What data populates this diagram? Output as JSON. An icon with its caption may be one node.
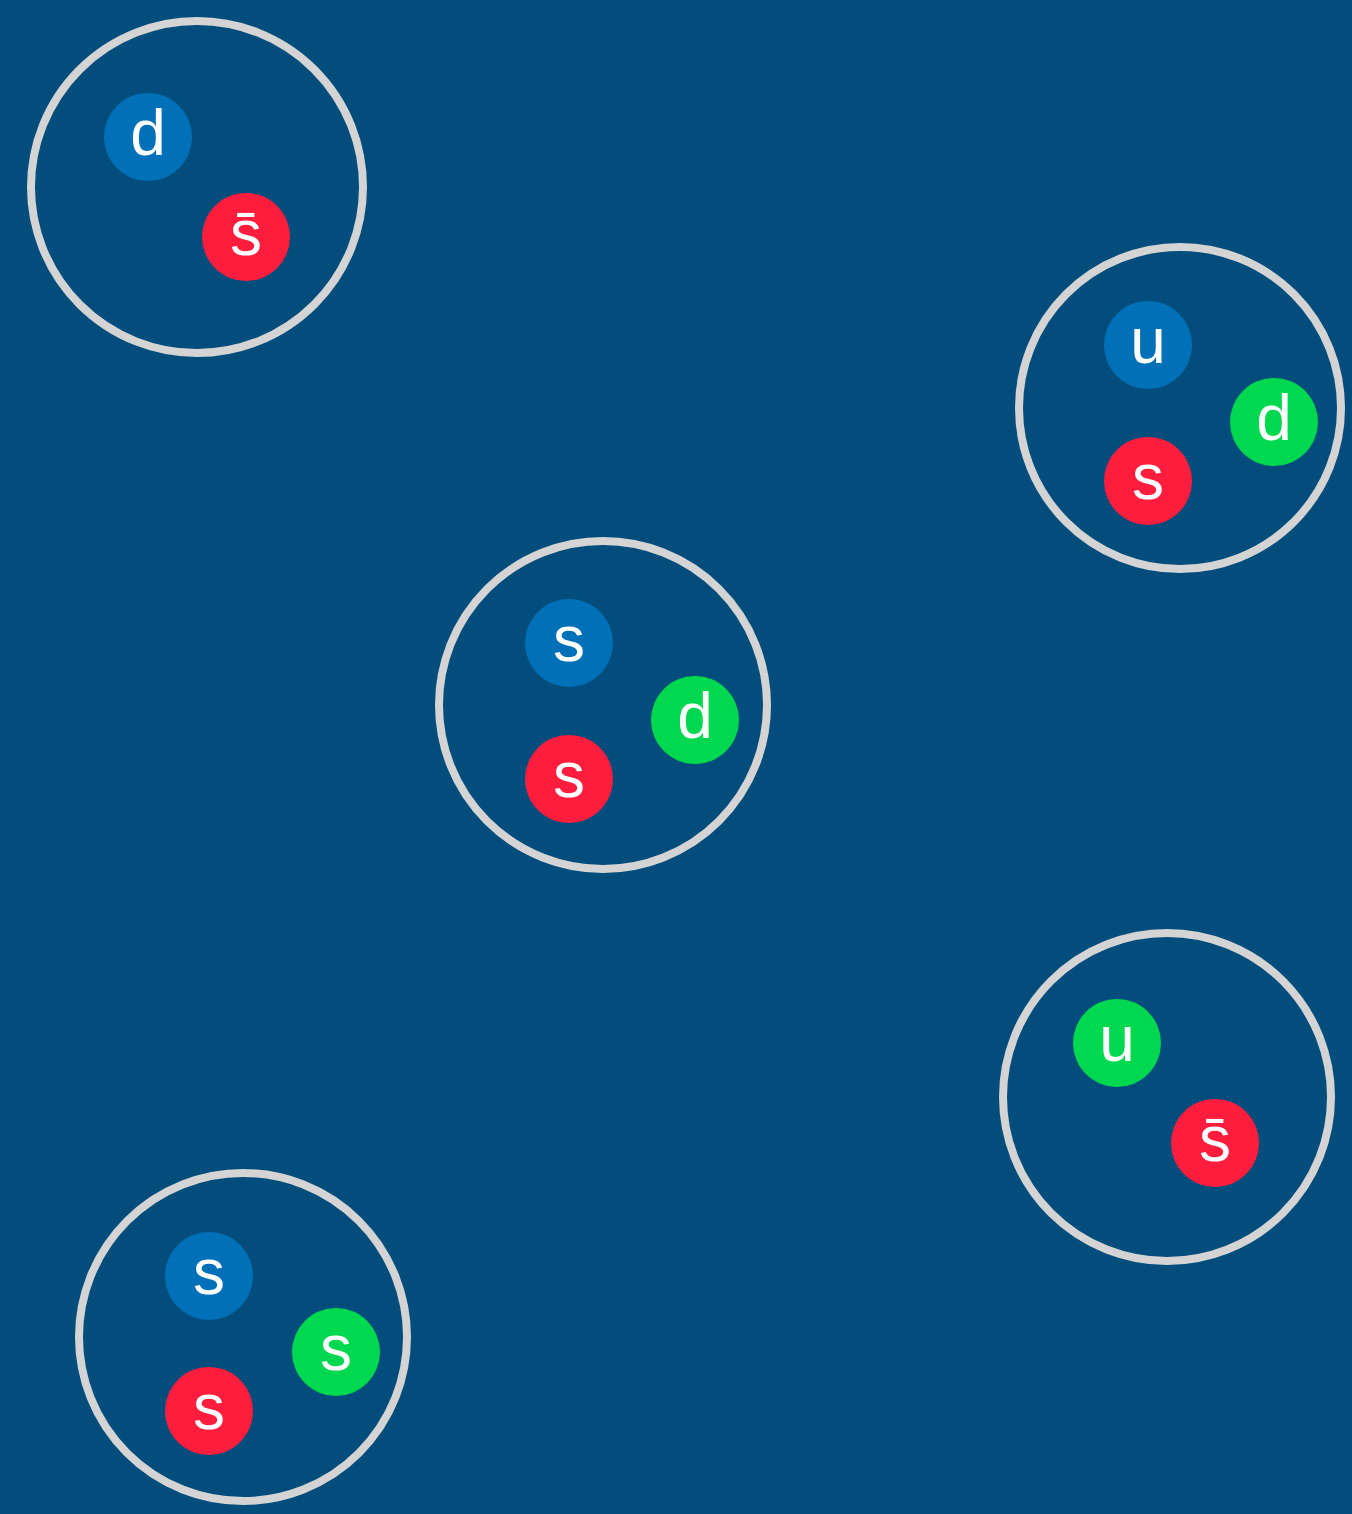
{
  "diagram": {
    "nodes": [
      {
        "text": [],
        "shape": "circle"
      },
      {
        "text": [
          "d"
        ],
        "in": 0
      },
      {
        "text": [
          "s̄"
        ],
        "in": 0
      },
      {
        "text": [],
        "shape": "circle"
      },
      {
        "text": [
          "u"
        ],
        "in": 3
      },
      {
        "text": [
          "d"
        ],
        "in": 3
      },
      {
        "text": [
          "s"
        ],
        "in": 3
      },
      {
        "text": [],
        "shape": "circle"
      },
      {
        "text": [
          "s"
        ],
        "in": 7
      },
      {
        "text": [
          "d"
        ],
        "in": 7
      },
      {
        "text": [
          "s"
        ],
        "in": 7
      },
      {
        "text": [],
        "shape": "circle"
      },
      {
        "text": [
          "u"
        ],
        "in": 11
      },
      {
        "text": [
          "s̄"
        ],
        "in": 11
      },
      {
        "text": [],
        "shape": "circle"
      },
      {
        "text": [
          "s"
        ],
        "in": 14
      },
      {
        "text": [
          "s"
        ],
        "in": 14
      },
      {
        "text": [
          "s"
        ],
        "in": 14
      }
    ]
  }
}
